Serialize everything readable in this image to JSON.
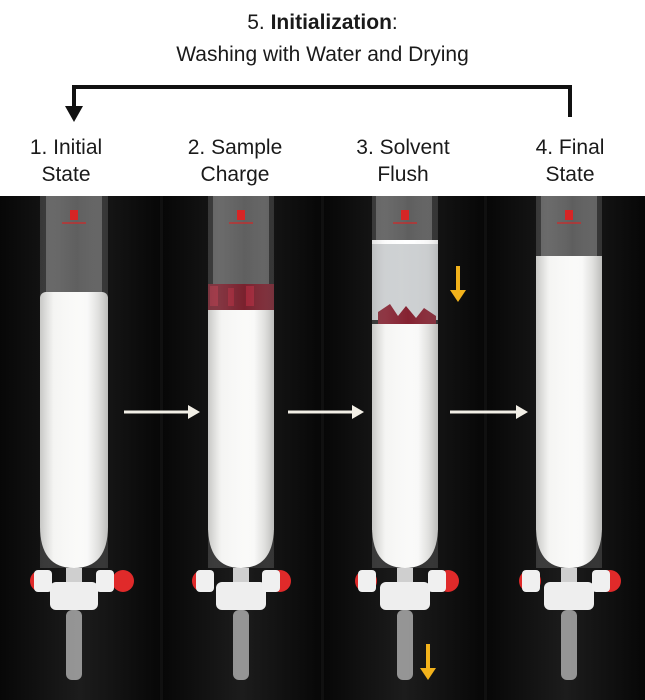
{
  "title": {
    "number": "5. ",
    "bold": "Initialization",
    "colon": ":",
    "subtitle": "Washing with Water and Drying"
  },
  "stages": [
    {
      "line1": "1. Initial",
      "line2": "State"
    },
    {
      "line1": "2. Sample",
      "line2": "Charge"
    },
    {
      "line1": "3. Solvent",
      "line2": "Flush"
    },
    {
      "line1": "4. Final",
      "line2": "State"
    }
  ],
  "colors": {
    "arrow_accent": "#f2b21b",
    "stopcock_red": "#e02a2a",
    "sample_band": "#7b1020",
    "packing": "#f4f4f2",
    "background": "#101010"
  }
}
